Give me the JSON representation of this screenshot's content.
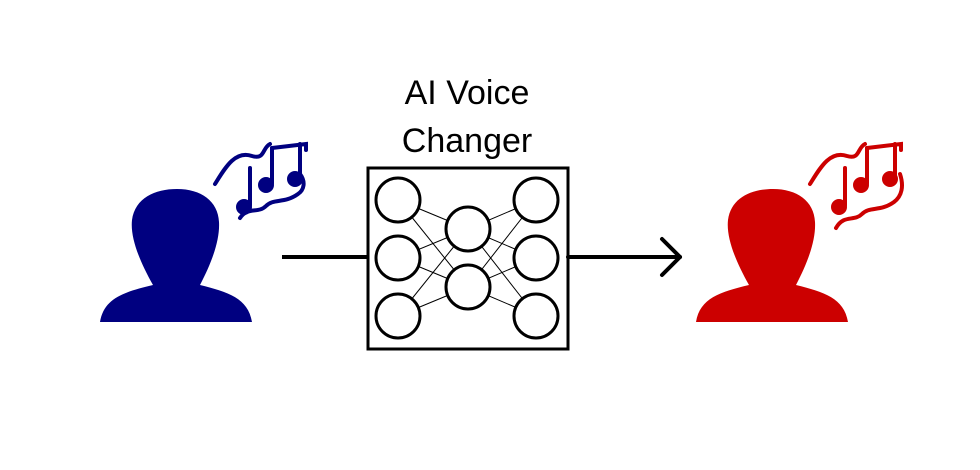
{
  "title_lines": [
    "AI Voice",
    "Changer"
  ],
  "colors": {
    "source": "#000080",
    "target": "#cc0000",
    "stroke": "#000000",
    "background": "#ffffff"
  },
  "icons": {
    "source_person": "person-silhouette-icon",
    "target_person": "person-silhouette-icon",
    "music": "music-notes-icon",
    "network": "neural-network-icon",
    "arrow": "arrow-right-icon"
  },
  "network_layers": [
    3,
    2,
    3
  ]
}
